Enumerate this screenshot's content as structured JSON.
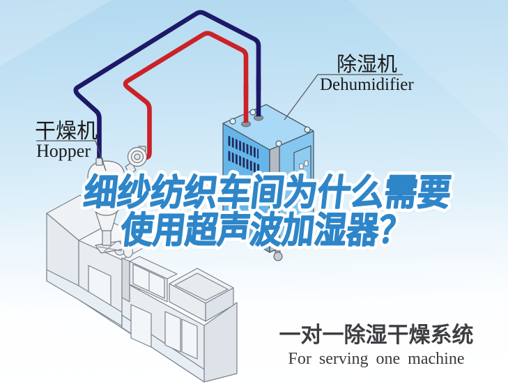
{
  "title": {
    "line1": "细纱纺织车间为什么需要",
    "line2": "使用超声波加湿器？",
    "color": "#2e86c9",
    "outline_color": "#ffffff"
  },
  "labels": {
    "hopper": {
      "zh": "干燥机",
      "en": "Hopper"
    },
    "dehumidifier": {
      "zh": "除湿机",
      "en": "Dehumidifier"
    }
  },
  "caption": {
    "zh": "一对一除湿干燥系统",
    "en": "For serving one machine",
    "color": "#3d3e42"
  },
  "diagram": {
    "pipes": {
      "supply_pipe_color": "#cb2127",
      "return_pipe_color": "#1d1968"
    },
    "dehumidifier_unit": {
      "front_color": "#66b5e9",
      "side_color": "#85c7ef",
      "top_color": "#a9d9f6"
    },
    "machine_color": "#e9edf0",
    "background_sky": "#b2d9f0"
  }
}
